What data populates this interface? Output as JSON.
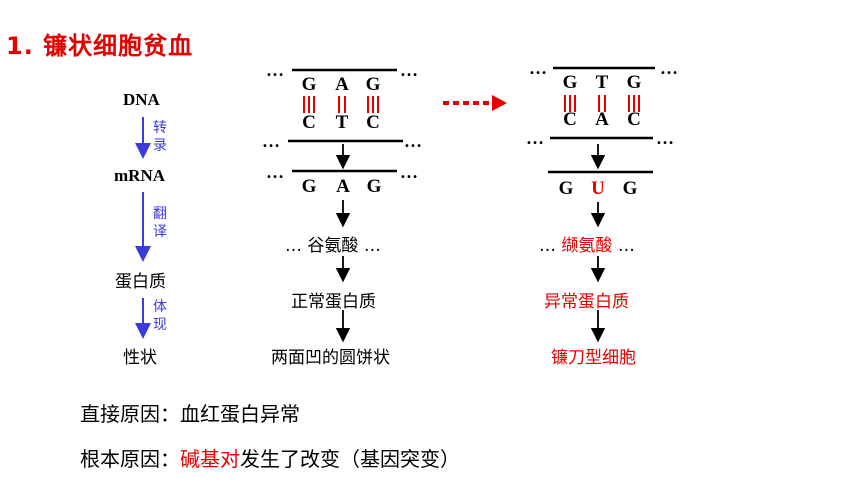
{
  "title": "1. 镰状细胞贫血",
  "flow": {
    "dna": "DNA",
    "transcription": [
      "转",
      "录"
    ],
    "mrna": "mRNA",
    "translation": [
      "翻",
      "译"
    ],
    "protein": "蛋白质",
    "expression": [
      "体",
      "现"
    ],
    "trait": "性状"
  },
  "normal": {
    "top_strand": [
      "G",
      "A",
      "G"
    ],
    "bottom_strand": [
      "C",
      "T",
      "C"
    ],
    "mrna": [
      "G",
      "A",
      "G"
    ],
    "amino_acid": "谷氨酸",
    "protein": "正常蛋白质",
    "cell": "两面凹的圆饼状"
  },
  "mutant": {
    "top_strand": [
      "G",
      "T",
      "G"
    ],
    "bottom_strand": [
      "C",
      "A",
      "C"
    ],
    "mrna": [
      "G",
      "U",
      "G"
    ],
    "amino_acid": "缬氨酸",
    "protein": "异常蛋白质",
    "cell": "镰刀型细胞"
  },
  "ellipsis": "…",
  "causes": {
    "direct_label": "直接原因：",
    "direct_text": "血红蛋白异常",
    "root_label": "根本原因：",
    "root_highlight": "碱基对",
    "root_text": "发生了改变（基因突变）"
  },
  "colors": {
    "red": "#e60000",
    "blue": "#3b3bdc"
  }
}
